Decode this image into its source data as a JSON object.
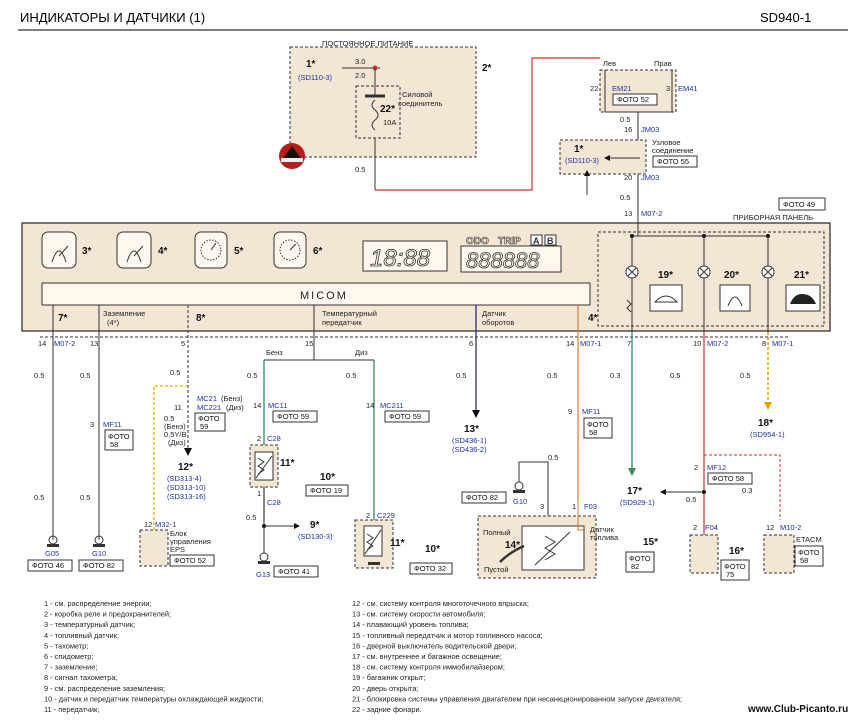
{
  "header": {
    "title": "ИНДИКАТОРЫ И ДАТЧИКИ (1)",
    "code": "SD940-1"
  },
  "power_box": {
    "title": "ПОСТОЯННОЕ ПИТАНИЕ",
    "ref1": "1*",
    "ref1_sd": "(SD110-3)",
    "wire_3": "3.0",
    "wire_2": "2.0",
    "connector_22": "22*",
    "fuse": "10A",
    "fuse_label_1": "Силовой",
    "fuse_label_2": "соединитель",
    "ref2": "2*"
  },
  "junction": {
    "left": "Лев",
    "right": "Прав",
    "pin_22": "22",
    "em21": "EM21",
    "pin_3": "3",
    "em41": "EM41",
    "foto52": "ФОТО 52",
    "w05": "0.5",
    "pin_16": "16",
    "jm03": "JM03",
    "ref1": "1*",
    "ref1_sd": "(SD110-3)",
    "label1": "Узловое",
    "label2": "соединение",
    "foto55": "ФОТО 55",
    "pin_20": "20",
    "jm03b": "JM03",
    "w05b": "0.5",
    "pin_13": "13",
    "m072": "M07-2"
  },
  "left_wire": "0.5",
  "cluster": {
    "foto49": "ФОТО 49",
    "panel": "ПРИБОРНАЯ ПАНЕЛЬ",
    "micom": "MICOM",
    "odo": "ODO",
    "trip": "TRIP",
    "a": "A",
    "b": "B",
    "clock": "18:88",
    "lcd": "888888",
    "gauges": [
      "3*",
      "4*",
      "5*",
      "6*"
    ],
    "lamps": [
      "19*",
      "20*",
      "21*"
    ]
  },
  "signals": {
    "s7": "7*",
    "ground_a": "Заземление",
    "ground_b": "(4*)",
    "s8": "8*",
    "temp_a": "Температурный",
    "temp_b": "передатчик",
    "rpm_a": "Датчик",
    "rpm_b": "оборотов",
    "s4": "4*"
  },
  "pins": {
    "p14a": "14",
    "m072a": "M07-2",
    "p13": "13",
    "p5": "5",
    "p15": "15",
    "p6": "6",
    "p14b": "14",
    "m071a": "M07-1",
    "p7": "7",
    "p10": "10",
    "m072b": "M07-2",
    "p8": "8",
    "m071b": "M07-1"
  },
  "wires": {
    "w1": "0.5",
    "w2": "0.5",
    "w3": "0.5",
    "w4": "0.5",
    "w5": "0.5",
    "w6": "0.5",
    "w7": "0.3",
    "w8": "0.5",
    "w9": "0.5",
    "w10": "0.5",
    "w11": "0.5",
    "w12": "0.5",
    "w13": "0.5",
    "w14": "0.3",
    "w15": "0.5"
  },
  "mf11_left": {
    "pin": "3",
    "conn": "MF11",
    "foto": "ФОТО",
    "foto2": "58"
  },
  "mc21": {
    "pin": "11",
    "conn1": "MC21",
    "note1": "(Бенз)",
    "conn2": "MC221",
    "note2": "(Диз)",
    "w": "0.5",
    "line1": "(Бенз)",
    "line2": "0.5Y/B",
    "line3": "(Диз)",
    "foto": "ФОТО",
    "foto2": "59",
    "ref": "12*",
    "sd1": "(SD313-4)",
    "sd2": "(SD313-10)",
    "sd3": "(SD313-16)"
  },
  "eps": {
    "pin": "12",
    "conn": "M32-1",
    "l1": "Блок",
    "l2": "управления",
    "l3": "EPS",
    "foto": "ФОТО 52"
  },
  "grounds": {
    "g05": "G05",
    "g10": "G10",
    "foto46": "ФОТО 46",
    "foto82": "ФОТО 82"
  },
  "benz": {
    "label": "Бенз",
    "pin": "14",
    "conn": "MC11",
    "foto": "ФОТО 59",
    "p2": "2",
    "c28": "C28",
    "ref": "11*",
    "p1": "1",
    "c28b": "C28",
    "foto19": "ФОТО 19",
    "w": "0.5",
    "ref9": "9*",
    "sd9": "(SD130-3)",
    "g13": "G13",
    "foto41": "ФОТО 41",
    "ref10": "10*"
  },
  "diz": {
    "label": "Диз",
    "pin": "14",
    "conn": "MC211",
    "foto": "ФОТО 59",
    "p2": "2",
    "c229": "C229",
    "ref": "11*",
    "foto32": "ФОТО 32",
    "ref10": "10*"
  },
  "rpm": {
    "ref": "13*",
    "sd1": "(SD436-1)",
    "sd2": "(SD436-2)"
  },
  "fuel": {
    "pin": "9",
    "conn": "MF11",
    "foto": "ФОТО",
    "foto2": "58",
    "foto82": "ФОТО 82",
    "g10": "G10",
    "p3": "3",
    "p1": "1",
    "f03": "F03",
    "full": "Полный",
    "empty": "Пустой",
    "ref": "14*",
    "l1": "Датчик",
    "l2": "топлива",
    "ref15": "15*",
    "foto82b": "82"
  },
  "right": {
    "ref17": "17*",
    "sd17": "(SD929-1)",
    "p2": "2",
    "mf12": "MF12",
    "foto58": "ФОТО 58",
    "ref18": "18*",
    "sd18": "(SD954-1)",
    "p2b": "2",
    "f04": "F04",
    "foto75a": "ФОТО",
    "foto75b": "75",
    "ref16": "16*",
    "p12": "12",
    "m102": "M10-2",
    "etacm": "ETACM",
    "foto58a": "ФОТО",
    "foto58b": "58"
  },
  "legend_left": [
    "1 - см. распределение энергии;",
    "2 - коробка реле и предохранителей;",
    "3 - температурный датчик;",
    "4 - топливный датчик;",
    "5 - тахометр;",
    "6 - спидометр;",
    "7 - заземление;",
    "8 - сигнал тахометра;",
    "9 - см. распределение заземления;",
    "10 - датчик и передатчик температуры охлаждающей жидкости;",
    "11 - передатчик;"
  ],
  "legend_right": [
    "12 - см. систему контроля многоточечного впрыска;",
    "13 - см. систему скорости автомобиля;",
    "14 - плавающий уровень топлива;",
    "15 - топливный передатчик и мотор топливного насоса;",
    "16 - дверной выключатель водительской двери;",
    "17 - см. внутреннее и багажное освещение;",
    "18 - см. систему контроля иммобилайзером;",
    "19 - багажник открыт;",
    "20 - дверь открыта;",
    "21 - блокировка системы управления двигателем при несанкционированном запуске двигателя;",
    "22 - задние фонари."
  ],
  "watermark": "www.Club-Picanto.ru",
  "colors": {
    "orange_wire": "#c0392b",
    "panel_fill": "#f3e6d5",
    "green_wire": "#3a8a5a",
    "navy_wire": "#2b2f6e",
    "yellow_wire": "#d8b700",
    "amber_wire": "#e0a100",
    "red_wire": "#d2322b"
  }
}
